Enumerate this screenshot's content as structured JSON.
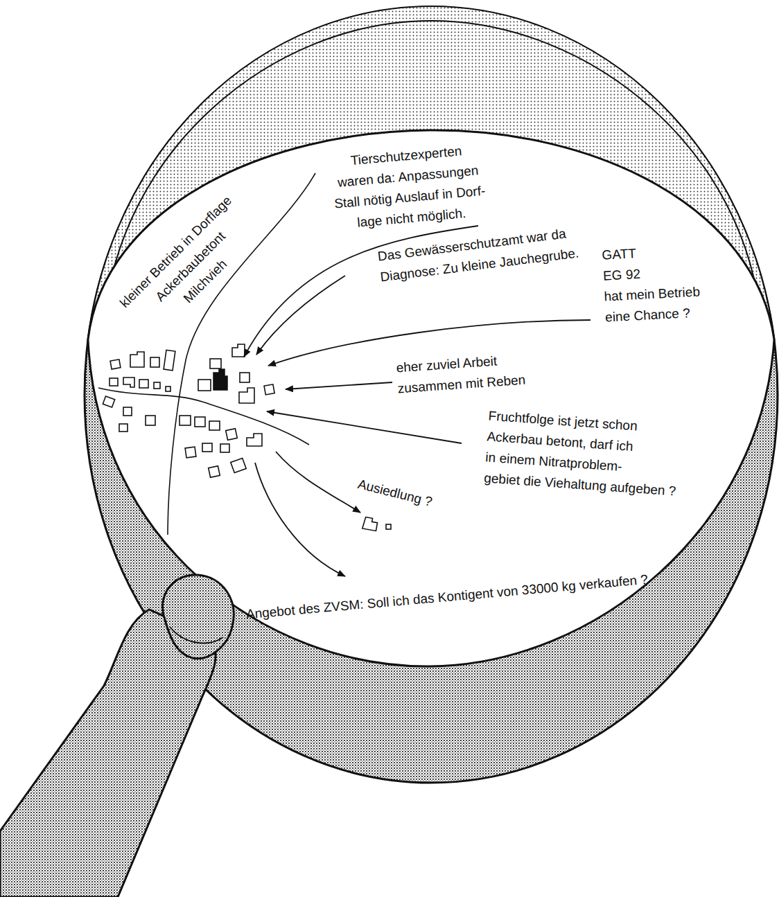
{
  "diagram": {
    "labels": [
      "kleiner Betrieb in Dorflage Ackerbaubetont Milchvieh",
      "Tierschutzexperten waren da: Anpassungen Stall nötig Auslauf in Dorf- lage nicht möglich.",
      "Das Gewässerschutzamt war da Diagnose: Zu kleine Jauchegrube.",
      "GATT EG 92 hat mein Betrieb eine Chance ?",
      "eher zuviel Arbeit zusammen mit Reben",
      "Fruchtfolge ist jetzt schon Ackerbau betont, darf ich in einem Nitratproblem- gebiet die Viehaltung aufgeben ?",
      "Ausiedlung ?",
      "Angebot des ZVSM: Soll ich das Kontigent von 33000 kg verkaufen ?"
    ]
  }
}
